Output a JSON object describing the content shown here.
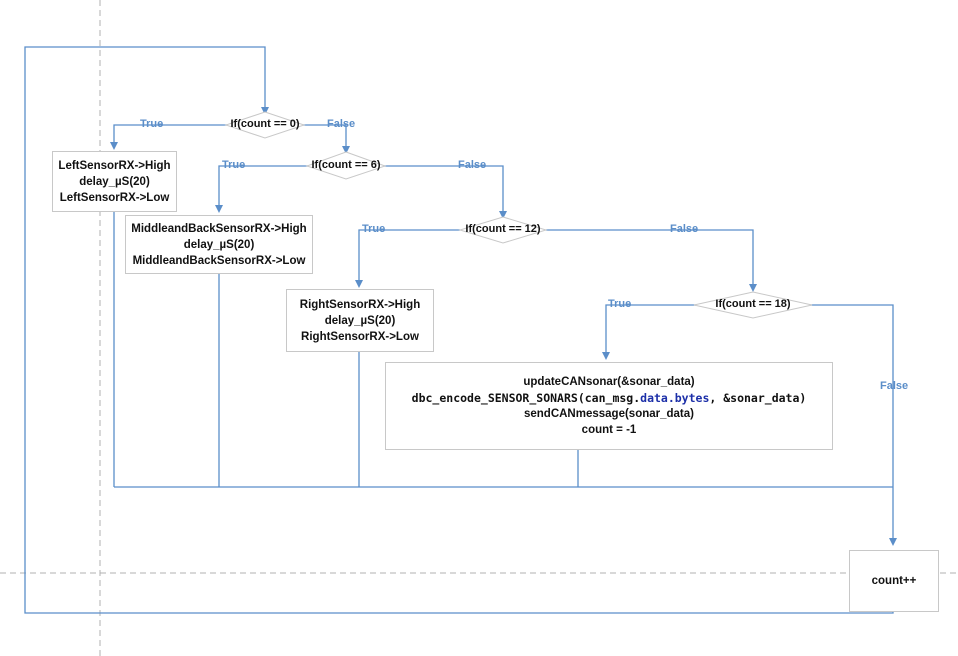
{
  "decisions": [
    {
      "condition": "If(count == 0)",
      "true_label": "True",
      "false_label": "False"
    },
    {
      "condition": "If(count == 6)",
      "true_label": "True",
      "false_label": "False"
    },
    {
      "condition": "If(count == 12)",
      "true_label": "True",
      "false_label": "False"
    },
    {
      "condition": "If(count == 18)",
      "true_label": "True",
      "false_label": "False"
    }
  ],
  "processes": {
    "left": [
      "LeftSensorRX->High",
      "delay_µS(20)",
      "LeftSensorRX->Low"
    ],
    "middle": [
      "MiddleandBackSensorRX->High",
      "delay_µS(20)",
      "MiddleandBackSensorRX->Low"
    ],
    "right": [
      "RightSensorRX->High",
      "delay_µS(20)",
      "RightSensorRX->Low"
    ],
    "can": {
      "line1": "updateCANsonar(&sonar_data)",
      "line2_prefix": "dbc_encode_SENSOR_SONARS(can_msg.",
      "line2_keyword": "data.bytes",
      "line2_suffix": ", &sonar_data)",
      "line3": "sendCANmessage(sonar_data)",
      "line4": "count = -1"
    },
    "increment": "count++"
  },
  "colors": {
    "line": "#5b8ec9",
    "label": "#5b8ec9",
    "guide": "#b0b0b0",
    "box_border": "#c8c8c8"
  }
}
